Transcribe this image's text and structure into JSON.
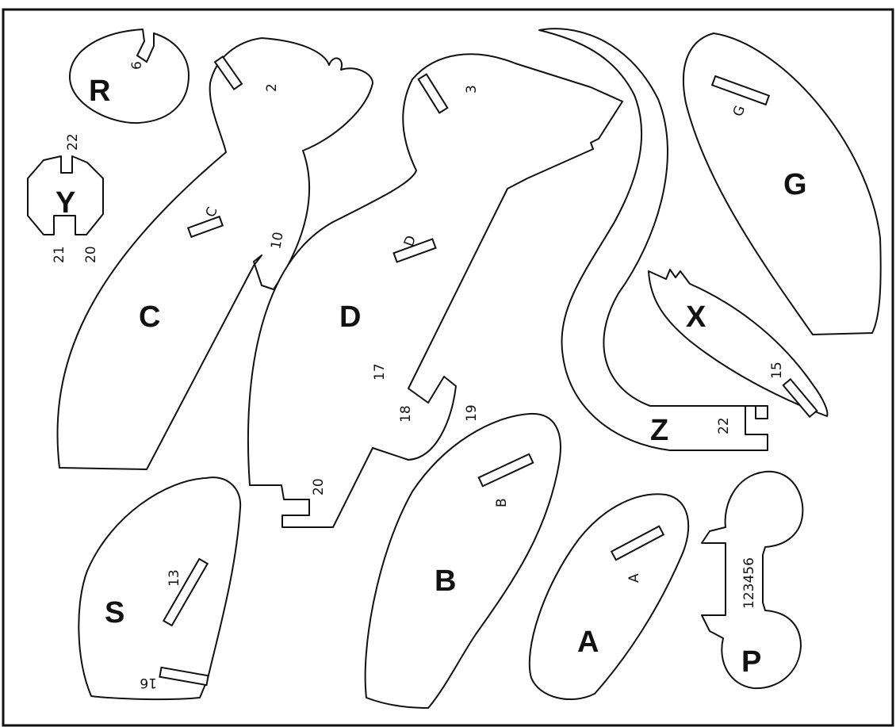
{
  "pieces": {
    "R": {
      "letter": "R",
      "slot": "6"
    },
    "Y": {
      "letter": "Y",
      "top": "22",
      "left": "21",
      "right": "20"
    },
    "C": {
      "letter": "C",
      "mark": "C",
      "n1": "2",
      "n2": "10"
    },
    "D": {
      "letter": "D",
      "mark": "D",
      "n1": "3",
      "n2": "17",
      "n3": "18",
      "n4": "19",
      "n5": "20"
    },
    "Z": {
      "letter": "Z",
      "slot": "22"
    },
    "G": {
      "letter": "G",
      "mark": "G"
    },
    "X": {
      "letter": "X",
      "slot": "15"
    },
    "S": {
      "letter": "S",
      "n1": "13",
      "n2": "16"
    },
    "B": {
      "letter": "B",
      "mark": "B"
    },
    "A": {
      "letter": "A",
      "mark": "A"
    },
    "P": {
      "letter": "P",
      "mark": "123456"
    }
  }
}
